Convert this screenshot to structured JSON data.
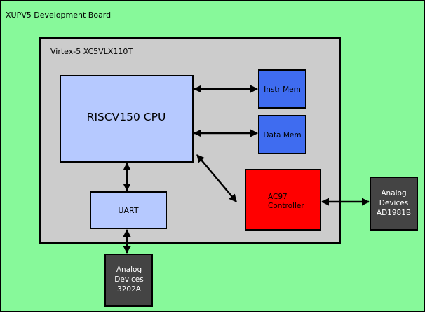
{
  "board": {
    "label": "XUPV5 Development Board",
    "color": "#87f99a"
  },
  "fpga": {
    "label": "Virtex-5 XC5VLX110T",
    "color": "#cccccc"
  },
  "cpu": {
    "label": "RISCV150 CPU",
    "color": "#b6c9ff"
  },
  "instr_mem": {
    "label": "Instr Mem",
    "color": "#3f6cf0"
  },
  "data_mem": {
    "label": "Data Mem",
    "color": "#3f6cf0"
  },
  "uart": {
    "label": "UART",
    "color": "#b6c9ff"
  },
  "ac97": {
    "line1": "AC97",
    "line2": "Controller",
    "color": "#ff0000"
  },
  "codec": {
    "line1": "Analog",
    "line2": "Devices",
    "line3": "AD1981B",
    "color": "#444444"
  },
  "serial": {
    "line1": "Analog",
    "line2": "Devices",
    "line3": "3202A",
    "color": "#444444"
  },
  "connections": [
    {
      "from": "cpu",
      "to": "instr_mem",
      "arrow": "both"
    },
    {
      "from": "cpu",
      "to": "data_mem",
      "arrow": "both"
    },
    {
      "from": "cpu",
      "to": "uart",
      "arrow": "both"
    },
    {
      "from": "cpu",
      "to": "ac97",
      "arrow": "both"
    },
    {
      "from": "ac97",
      "to": "codec",
      "arrow": "both"
    },
    {
      "from": "uart",
      "to": "serial",
      "arrow": "both"
    }
  ]
}
